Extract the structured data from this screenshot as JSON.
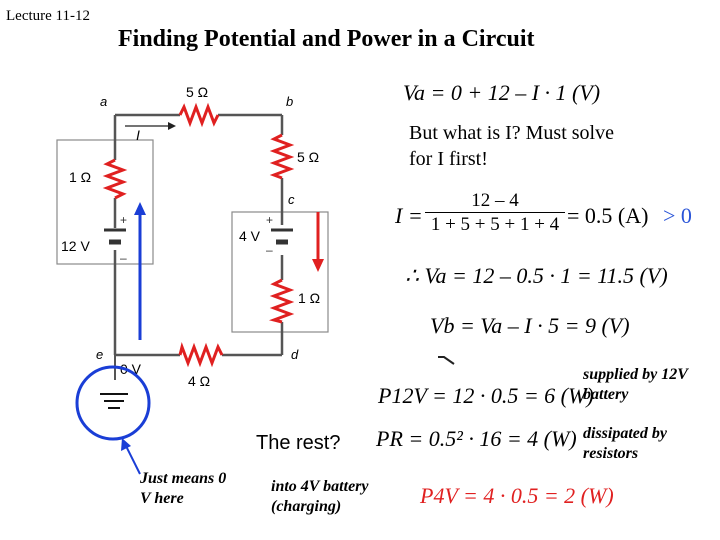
{
  "header": {
    "lecture": "Lecture 11-12",
    "title": "Finding Potential and Power in a Circuit"
  },
  "circuit": {
    "nodes": {
      "a": "a",
      "b": "b",
      "c": "c",
      "d": "d",
      "e": "e"
    },
    "components": {
      "r_top": "5 Ω",
      "r_right": "5 Ω",
      "r_left": "1 Ω",
      "battery_left": "12 V",
      "battery_right": "4 V",
      "r_right_lower": "1 Ω",
      "r_bottom": "4 Ω"
    },
    "current_label": "I",
    "ground_label": "0 V",
    "plus": "+",
    "minus": "–"
  },
  "equations": {
    "va_eq": "Va = 0 + 12 – I · 1  (V)",
    "question": "But what is I? Must solve for I first!",
    "i_lhs": "I =",
    "i_num": "12 – 4",
    "i_den": "1 + 5 + 5 + 1 + 4",
    "i_rhs": "= 0.5 (A)",
    "gt_zero": "> 0",
    "va_result": "∴ Va = 12 – 0.5 · 1 = 11.5 (V)",
    "vb_result": "Vb = Va – I · 5 = 9 (V)",
    "p12": "P12V = 12 · 0.5 = 6 (W)",
    "pr": "PR = 0.5² · 16 = 4 (W)",
    "p4": "P4V = 4 · 0.5 = 2 (W)"
  },
  "annotations": {
    "supplied": "supplied by 12V battery",
    "dissipated": "dissipated by resistors",
    "the_rest": "The rest?",
    "just_means": "Just means 0 V here",
    "into4v": "into 4V battery (charging)"
  },
  "colors": {
    "blue": "#1a3ed6",
    "red": "#e02020",
    "gray": "#8a8a8a",
    "wire": "#555555",
    "zero": "#2a55d8"
  }
}
